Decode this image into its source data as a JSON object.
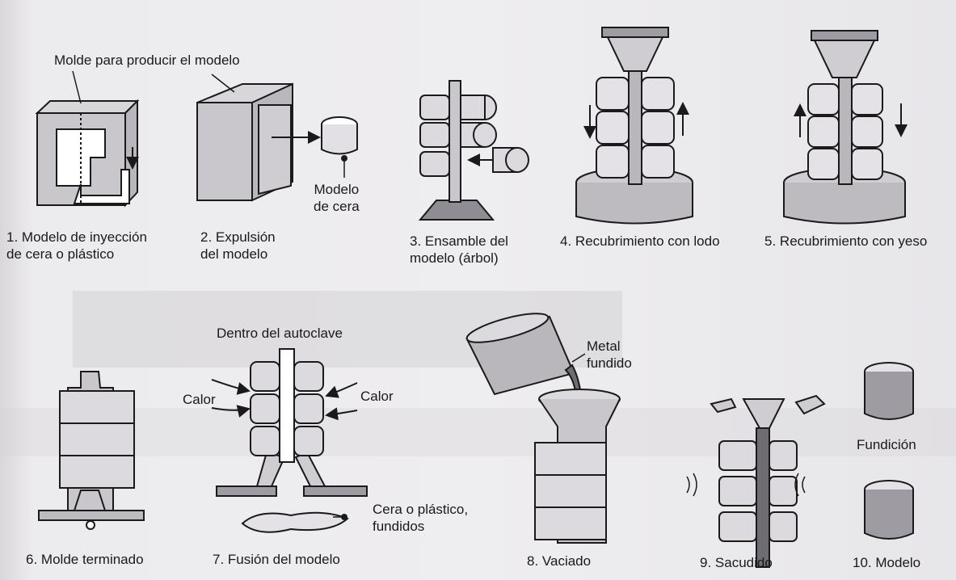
{
  "labels": {
    "mold_for_model": "Molde para producir el modelo",
    "wax_model": "Modelo\nde cera",
    "inside_autoclave": "Dentro del autoclave",
    "heat_left": "Calor",
    "heat_right": "Calor",
    "molten_wax": "Cera o plástico,\nfundidos",
    "molten_metal": "Metal\nfundido",
    "casting": "Fundición"
  },
  "steps": [
    {
      "number": "1.",
      "text": "Modelo de inyección\nde cera o plástico"
    },
    {
      "number": "2.",
      "text": "Expulsión\ndel modelo"
    },
    {
      "number": "3.",
      "text": "Ensamble del\nmodelo (árbol)"
    },
    {
      "number": "4.",
      "text": "Recubrimiento con lodo"
    },
    {
      "number": "5.",
      "text": "Recubrimiento con yeso"
    },
    {
      "number": "6.",
      "text": "Molde terminado"
    },
    {
      "number": "7.",
      "text": "Fusión del modelo"
    },
    {
      "number": "8.",
      "text": "Vaciado"
    },
    {
      "number": "9.",
      "text": "Sacudido"
    },
    {
      "number": "10.",
      "text": "Modelo"
    }
  ],
  "colors": {
    "ink": "#1a1a1a",
    "page": "#ecebed",
    "shade": "#c9c7cb"
  }
}
